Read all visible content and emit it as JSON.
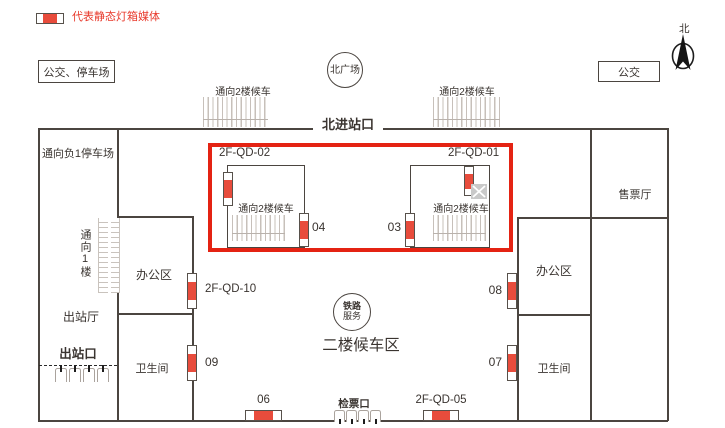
{
  "legend": {
    "label": "代表静态灯箱媒体"
  },
  "header": {
    "bus_parking": "公交、停车场",
    "north_plaza": "北广场",
    "bus": "公交",
    "compass_north": "北"
  },
  "entrances": {
    "north_gate": "北进站口",
    "escalator_top_left": "通向2楼候车",
    "escalator_top_right": "通向2楼候车"
  },
  "rooms": {
    "b1_parking": "通向负1停车场",
    "to_floor_1": "通向1楼",
    "office_left": "办公区",
    "exit_hall": "出站厅",
    "exit_gate": "出站口",
    "toilet_left": "卫生间",
    "office_right": "办公区",
    "toilet_right": "卫生间",
    "ticket_hall": "售票厅",
    "waiting_area": "二楼候车区",
    "rail_service_line1": "铁路",
    "rail_service_line2": "服务",
    "ticket_check": "检票口"
  },
  "highlight_zone": {
    "left_box": {
      "id": "2F-QD-02",
      "escalator": "通向2楼候车",
      "number": "04"
    },
    "right_box": {
      "id": "2F-QD-01",
      "escalator": "通向2楼候车",
      "number": "03"
    }
  },
  "lightbox_labels": {
    "qd10": "2F-QD-10",
    "n09": "09",
    "n08": "08",
    "n07": "07",
    "n06": "06",
    "qd05": "2F-QD-05"
  },
  "colors": {
    "lightbox_red": "#e84c3c",
    "highlight_border": "#e42313",
    "legend_text": "#e8392b"
  }
}
